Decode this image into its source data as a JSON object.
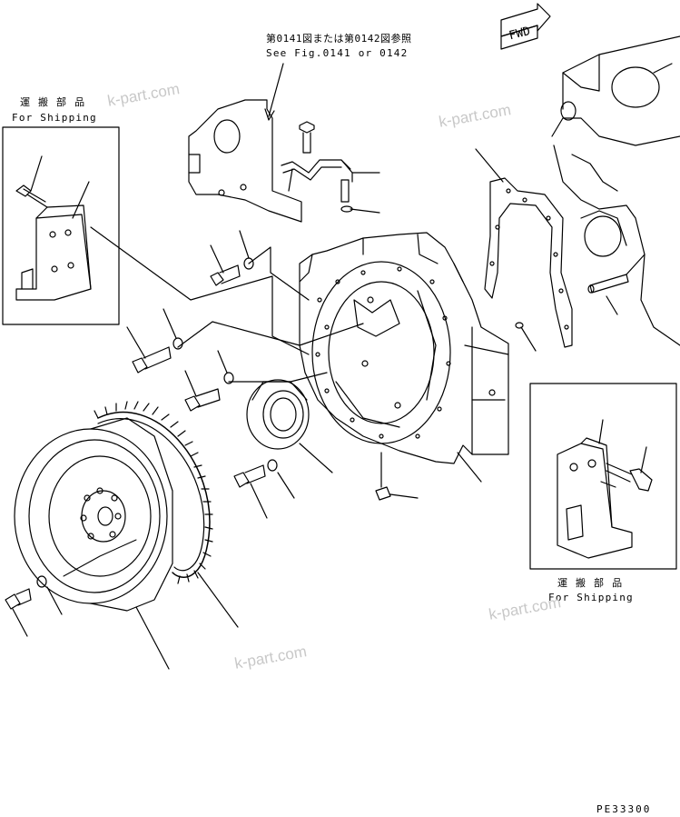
{
  "figure_ref": {
    "jp": "第0141図または第0142図参照",
    "en": "See Fig.0141 or 0142"
  },
  "shipping_label_top": {
    "jp": "運 搬 部 品",
    "en": "For Shipping"
  },
  "shipping_label_right": {
    "jp": "運 搬 部 品",
    "en": "For Shipping"
  },
  "direction_tag": "FWD",
  "drawing_code": "PE33300",
  "watermarks": [
    "k-part.com",
    "k-part.com",
    "k-part.com",
    "k-part.com"
  ]
}
